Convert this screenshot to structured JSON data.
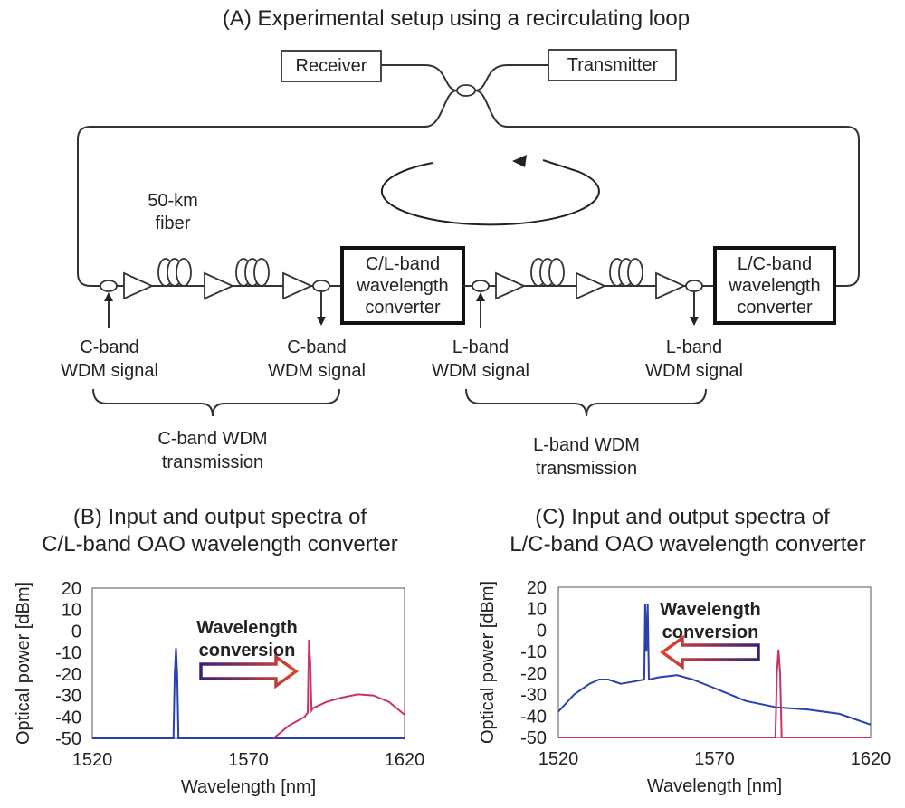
{
  "setup": {
    "title": "(A) Experimental setup using a recirculating loop",
    "receiver": "Receiver",
    "transmitter": "Transmitter",
    "fiber_label_1": "50-km",
    "fiber_label_2": "fiber",
    "converter_cl": [
      "C/L-band",
      "wavelength",
      "converter"
    ],
    "converter_lc": [
      "L/C-band",
      "wavelength",
      "converter"
    ],
    "c_in": [
      "C-band",
      "WDM signal"
    ],
    "c_out": [
      "C-band",
      "WDM signal"
    ],
    "l_in": [
      "L-band",
      "WDM signal"
    ],
    "l_out": [
      "L-band",
      "WDM signal"
    ],
    "c_transmission": [
      "C-band WDM",
      "transmission"
    ],
    "l_transmission": [
      "L-band WDM",
      "transmission"
    ]
  },
  "chart_data": [
    {
      "type": "line",
      "title": [
        "(B) Input and output spectra of",
        "C/L-band OAO wavelength converter"
      ],
      "xlabel": "Wavelength [nm]",
      "ylabel": "Optical power [dBm]",
      "xlim": [
        1520,
        1620
      ],
      "ylim": [
        -50,
        20
      ],
      "xticks": [
        1520,
        1570,
        1620
      ],
      "yticks": [
        20,
        10,
        0,
        -10,
        -20,
        -30,
        -40,
        -50
      ],
      "annotation": [
        "Wavelength",
        "conversion"
      ],
      "arrow_direction": "right",
      "series": [
        {
          "color": "#2a3fb0",
          "x": [
            1520,
            1546.0,
            1546.4,
            1546.8,
            1547.2,
            1547.6,
            1620
          ],
          "y": [
            -50,
            -50,
            -20,
            -8,
            -20,
            -50,
            -50
          ]
        },
        {
          "color": "#c8326a",
          "x": [
            1578,
            1583,
            1588,
            1589.0,
            1589.4,
            1589.8,
            1590.2,
            1590.6,
            1595,
            1600,
            1605,
            1610,
            1615,
            1620
          ],
          "y": [
            -50,
            -44,
            -40,
            -38,
            -4,
            -15,
            -37,
            -36,
            -33,
            -31,
            -29.5,
            -30,
            -33,
            -39
          ]
        }
      ]
    },
    {
      "type": "line",
      "title": [
        "(C) Input and output spectra of",
        "L/C-band OAO wavelength converter"
      ],
      "xlabel": "Wavelength [nm]",
      "ylabel": "Optical power [dBm]",
      "xlim": [
        1520,
        1620
      ],
      "ylim": [
        -50,
        20
      ],
      "xticks": [
        1520,
        1570,
        1620
      ],
      "yticks": [
        20,
        10,
        0,
        -10,
        -20,
        -30,
        -40,
        -50
      ],
      "annotation": [
        "Wavelength",
        "conversion"
      ],
      "arrow_direction": "left",
      "series": [
        {
          "color": "#2a3fb0",
          "x": [
            1520,
            1525,
            1530,
            1533,
            1536,
            1540,
            1544,
            1547.5,
            1547.8,
            1548.2,
            1548.6,
            1549.0,
            1552,
            1558,
            1563,
            1570,
            1580,
            1590,
            1600,
            1610,
            1620
          ],
          "y": [
            -38,
            -30,
            -25,
            -23,
            -23,
            -25,
            -24,
            -23,
            12,
            -10,
            12,
            -23,
            -22,
            -21,
            -23,
            -27,
            -33,
            -36,
            -37,
            -39,
            -44
          ]
        },
        {
          "color": "#c8326a",
          "x": [
            1520,
            1589.5,
            1590.0,
            1590.5,
            1591.0,
            1591.5,
            1620
          ],
          "y": [
            -50,
            -50,
            -20,
            -9,
            -20,
            -50,
            -50
          ]
        }
      ]
    }
  ]
}
